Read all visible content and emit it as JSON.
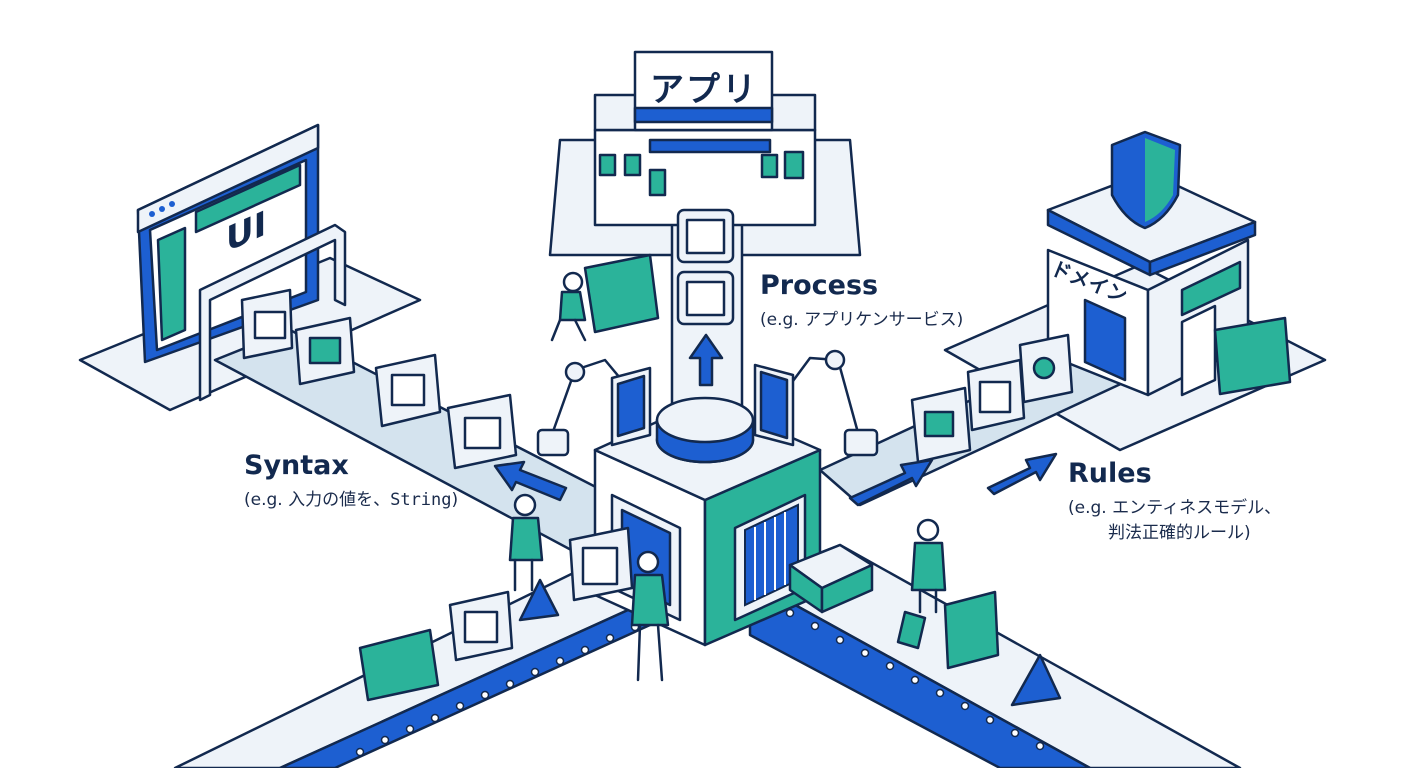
{
  "signs": {
    "app": "アプリ",
    "ui": "UI",
    "domain": "ドメイン"
  },
  "labels": {
    "process": {
      "title": "Process",
      "sub": "(e.g. アプリケンサービス)"
    },
    "syntax": {
      "title": "Syntax",
      "sub_prefix": "(e.g. 入力の値を、",
      "sub_code": "String",
      "sub_suffix": ")"
    },
    "rules": {
      "title": "Rules",
      "sub_line1": "(e.g. エンティネスモデル、",
      "sub_line2": "判法正確的ルール)"
    }
  },
  "colors": {
    "navy": "#12294f",
    "blue": "#1d5fd1",
    "teal": "#2bb39a",
    "light": "#eef3f9",
    "belt": "#d4e3ee"
  }
}
